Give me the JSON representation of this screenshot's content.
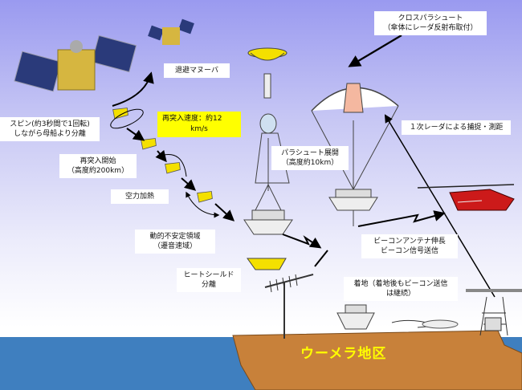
{
  "labels": {
    "cross_parachute": [
      "クロスパラシュート",
      "（傘体にレーダ反射布取付）"
    ],
    "evasion_maneuver": "退避マヌーバ",
    "spin_separation": [
      "スピン(約3秒間で1回転)",
      "しながら母船より分離"
    ],
    "reentry_speed": [
      "再突入速度：約12",
      "km/s"
    ],
    "reentry_start": [
      "再突入開始",
      "（高度約200km）"
    ],
    "aero_heating": "空力加熱",
    "radar_tracking": "１次レーダによる捕捉・測距",
    "parachute_deploy": [
      "パラシュート展開",
      "（高度約10km）"
    ],
    "dynamic_unstable": [
      "動的不安定領域",
      "（遷音速域）"
    ],
    "beacon_antenna": [
      "ビーコンアンテナ伸長",
      "ビーコン信号送信"
    ],
    "heatshield_sep": [
      "ヒートシールド",
      "分離"
    ],
    "landing": [
      "着地（着地後もビーコン送信",
      "は継続）"
    ],
    "region": "ウーメラ地区"
  },
  "colors": {
    "sky_top": "#9a9af0",
    "sea": "#3f7fbf",
    "land": "#c8813a",
    "capsule_yellow": "#f4e000",
    "region_text": "#ffff00"
  },
  "icons": [
    "spacecraft-icon",
    "capsule-icon",
    "parachute-icon",
    "helicopter-icon",
    "antenna-icon",
    "radar-tower-icon",
    "lightning-arrow-icon"
  ]
}
